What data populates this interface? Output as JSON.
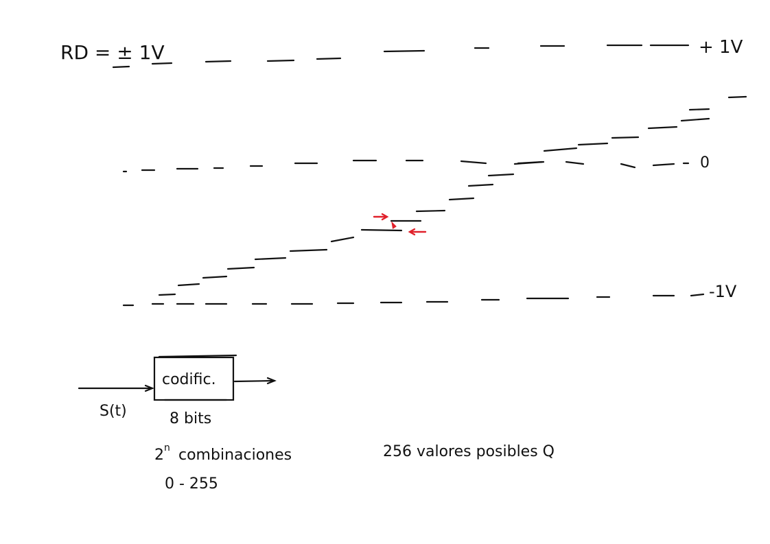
{
  "labels": {
    "range": "RD = ± 1V",
    "plus_ref": "+ 1V",
    "zero_ref": "0",
    "minus_ref": "-1V",
    "encoder": "codific.",
    "input_signal": "S(t)",
    "bits": "8 bits",
    "combinations_base": "2",
    "combinations_exp": "n",
    "combinations_text": "combinaciones",
    "range_values": "0 - 255",
    "possible_values": "256 valores posibles Q"
  },
  "colors": {
    "ink": "#111111",
    "accent": "#e0202a"
  }
}
